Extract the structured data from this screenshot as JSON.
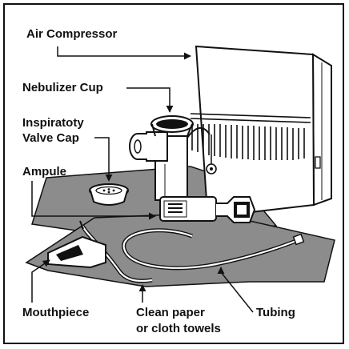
{
  "labels": {
    "air_compressor": "Air Compressor",
    "nebulizer_cup": "Nebulizer Cup",
    "inspiratory_valve_cap_line1": "Inspiratoty",
    "inspiratory_valve_cap_line2": "Valve Cap",
    "ampule": "Ampule",
    "mouthpiece": "Mouthpiece",
    "towels_line1": "Clean paper",
    "towels_line2": "or cloth towels",
    "tubing": "Tubing"
  },
  "colors": {
    "ink": "#111111",
    "towel": "#8c8c8c",
    "paper": "#ffffff"
  }
}
